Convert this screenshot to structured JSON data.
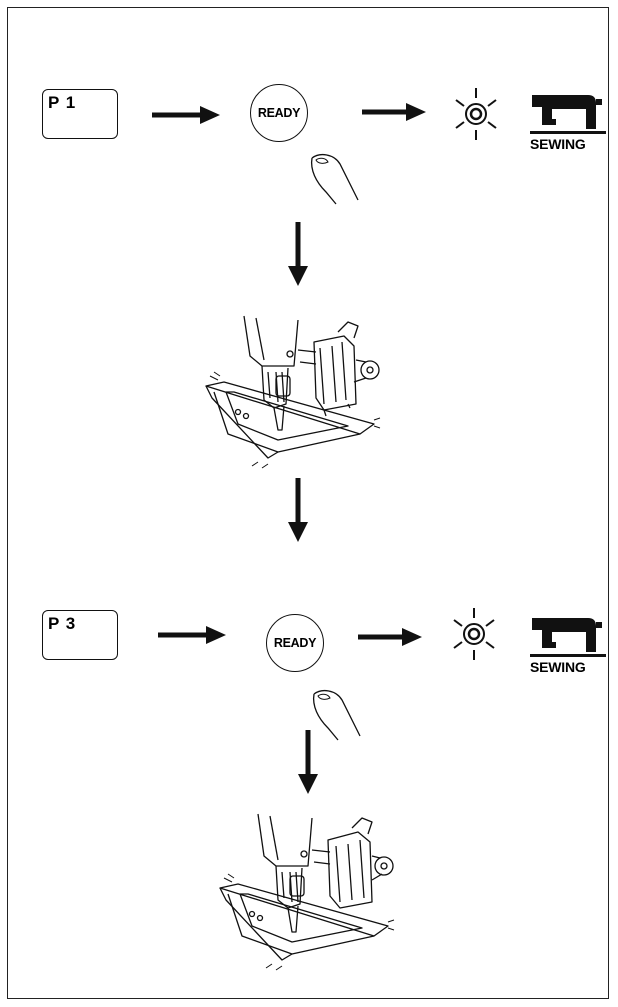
{
  "steps": [
    {
      "panel_label": "P 1",
      "button_label": "READY",
      "sewing_label": "SEWING"
    },
    {
      "panel_label": "P 3",
      "button_label": "READY",
      "sewing_label": "SEWING"
    }
  ],
  "icons": [
    "right-arrow-icon",
    "down-arrow-icon",
    "finger-press-icon",
    "lamp-lit-icon",
    "sewing-machine-icon",
    "sewing-head-with-frame-illustration"
  ],
  "colors": {
    "ink": "#111111",
    "background": "#ffffff"
  }
}
